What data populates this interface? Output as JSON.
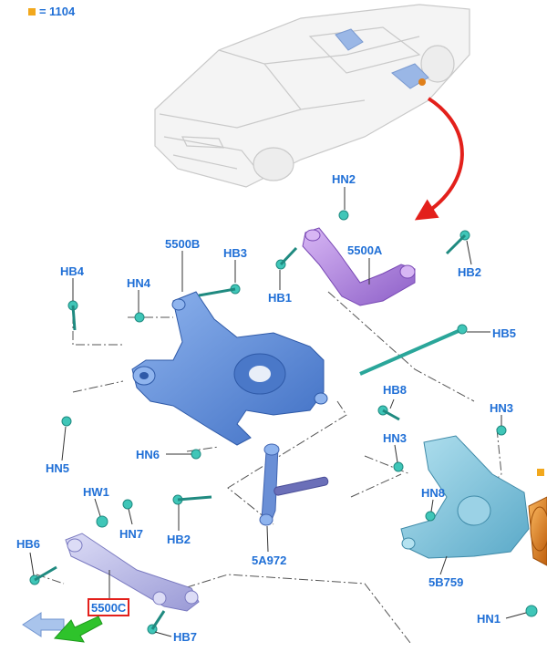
{
  "legend": {
    "code": "1104",
    "marker_color": "#f2a81d"
  },
  "colors": {
    "label": "#1f6fd6",
    "arrow_red": "#e3201b",
    "arrow_green": "#2ec32b",
    "arrow_blue": "#7fa6de",
    "highlight_box": "#e3201b",
    "knuckle": "#7ec4dc",
    "subframe": "#5b8ed8",
    "upper_arm": "#b68be0",
    "lower_arm": "#b8b9e8",
    "toe_link": "#6a8fd6",
    "fastener": "#3fc6b8",
    "hub": "#e0801a"
  },
  "labels": {
    "hn2": "HN2",
    "hb3": "HB3",
    "b5500": "5500B",
    "a5500": "5500A",
    "hb4": "HB4",
    "hn4": "HN4",
    "hb1": "HB1",
    "hb2_top": "HB2",
    "hb5": "HB5",
    "hb8": "HB8",
    "hn3_right": "HN3",
    "hn3": "HN3",
    "hn5": "HN5",
    "hn6": "HN6",
    "hw1": "HW1",
    "hn7": "HN7",
    "hb2": "HB2",
    "a972": "5A972",
    "hn8": "HN8",
    "b759": "5B759",
    "hb6": "HB6",
    "c5500": "5500C",
    "hb7": "HB7",
    "hn1": "HN1"
  }
}
